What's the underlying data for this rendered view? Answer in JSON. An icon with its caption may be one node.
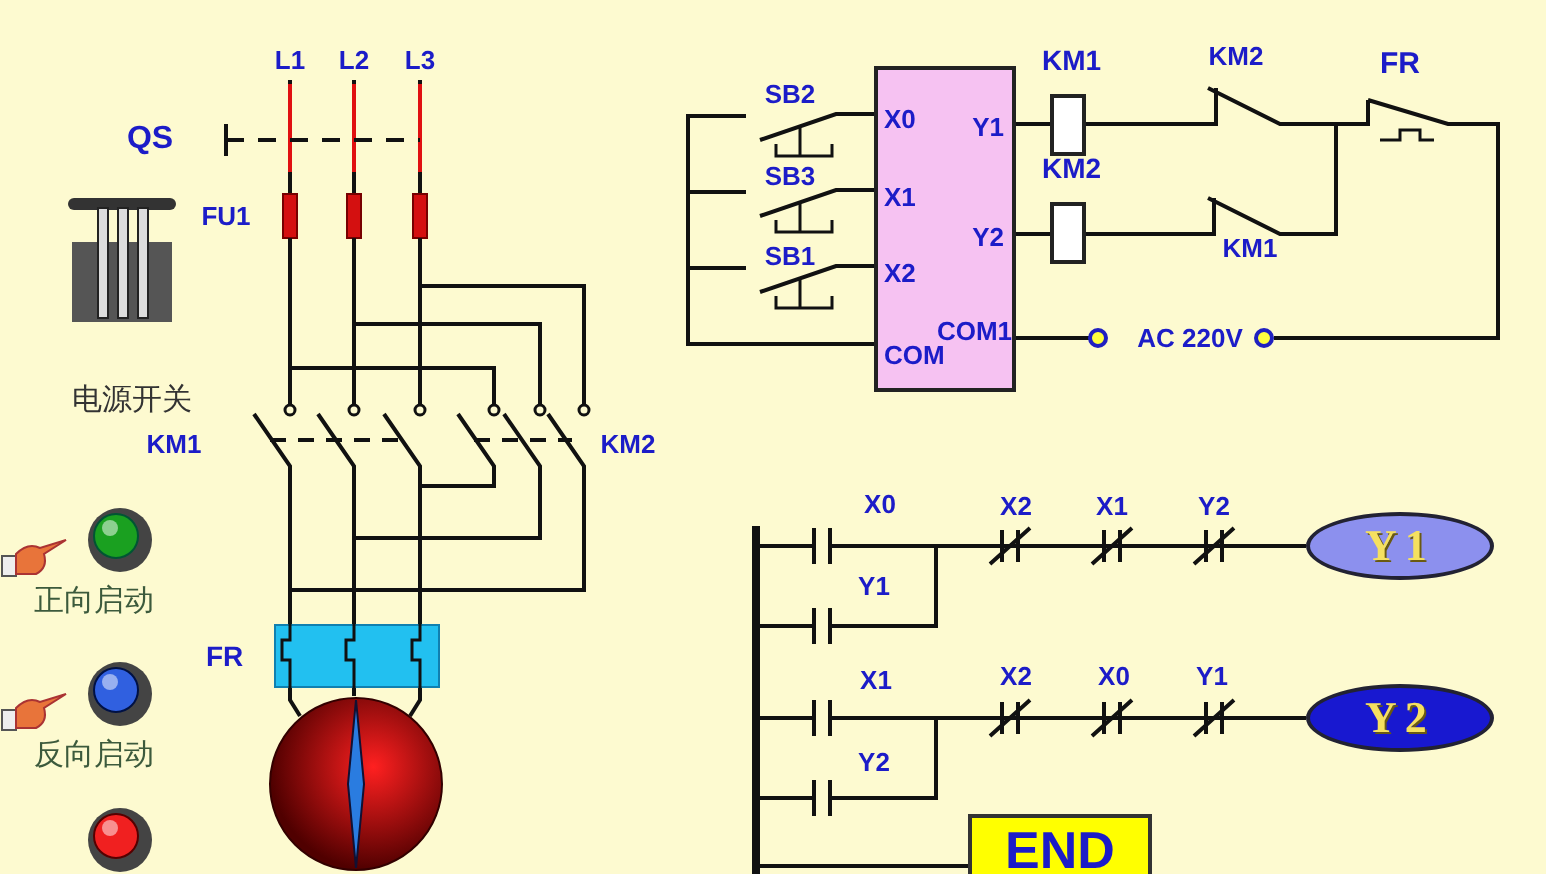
{
  "diagram": {
    "nodes": [
      {
        "text": [
          "X0",
          "X1",
          "X2",
          "COM",
          "Y1",
          "Y2",
          "COM1"
        ]
      },
      {
        "text": [
          "KM1"
        ]
      },
      {
        "text": [
          "KM2"
        ]
      },
      {
        "text": [
          "FR"
        ]
      },
      {
        "text": [],
        "shape": "circle"
      },
      {
        "text": [
          "Y1"
        ]
      },
      {
        "text": [
          "Y2"
        ]
      },
      {
        "text": [
          "END"
        ]
      },
      {
        "text": [],
        "shape": "picture",
        "beside": [
          "正向启动"
        ]
      },
      {
        "text": [],
        "shape": "picture",
        "beside": [
          "反向启动"
        ]
      },
      {
        "text": [],
        "shape": "picture"
      },
      {
        "text": [],
        "shape": "bar"
      }
    ],
    "edges": [
      {
        "from": 0,
        "to": 1,
        "arrow": "none"
      },
      {
        "from": 0,
        "to": 2,
        "arrow": "none"
      },
      {
        "from": 3,
        "to": 4,
        "arrow": "none"
      },
      {
        "from": 11,
        "to": 5,
        "arrow": "none"
      },
      {
        "from": 11,
        "to": 6,
        "arrow": "none"
      },
      {
        "from": 11,
        "to": 7,
        "arrow": "none"
      },
      {
        "from": 1,
        "to": 2,
        "arrow": "none"
      },
      {
        "from": 3,
        "to": 4,
        "arrow": "none"
      },
      {
        "from": 3,
        "to": 4,
        "arrow": "none"
      }
    ],
    "labels": [
      "L1",
      "L2",
      "L3",
      "QS",
      "FU1",
      "电源开关",
      "KM1",
      "KM2",
      "SB2",
      "SB3",
      "SB1",
      "KM2",
      "FR",
      "KM1",
      "AC 220V",
      "X0",
      "Y1",
      "X2",
      "X1",
      "Y2",
      "X1",
      "Y2",
      "X2",
      "X0",
      "Y1"
    ]
  }
}
